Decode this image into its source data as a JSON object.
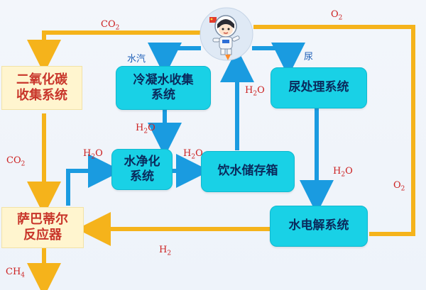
{
  "boxes": {
    "co2_collect": [
      "二氧化碳",
      "收集系统"
    ],
    "sabatier": [
      "萨巴蒂尔",
      "反应器"
    ],
    "condensate": [
      "冷凝水收集",
      "系统"
    ],
    "purify": [
      "水净化",
      "系统"
    ],
    "storage": "饮水储存箱",
    "urine": "尿处理系统",
    "electrolysis": "水电解系统"
  },
  "labels": {
    "co2": [
      "CO",
      "2"
    ],
    "o2": [
      "O",
      "2"
    ],
    "h2o": [
      "H",
      "2",
      "O"
    ],
    "h2": [
      "H",
      "2"
    ],
    "ch4": [
      "CH",
      "4"
    ],
    "vapor": "水汽",
    "urine": "尿"
  },
  "colors": {
    "blue_flow": "#1a9be0",
    "orange_flow": "#f5b31b",
    "node_fill": "#19d1e6",
    "node_text": "#0a2a5c",
    "gas_fill": "#fff5cf",
    "gas_text": "#c8352a",
    "label_red": "#cc2222",
    "label_blue": "#1d5fb8"
  },
  "icons": {
    "crew": "astronaut-icon"
  }
}
